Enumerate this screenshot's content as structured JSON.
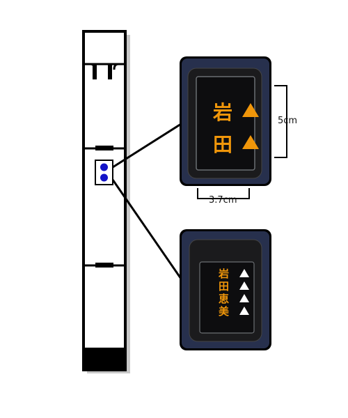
{
  "diagram": {
    "upper_panel": {
      "name_chars": [
        "岩",
        "田"
      ],
      "name_color": "#f0960a",
      "triangle_color": "#f0960a",
      "height_label": "5cm",
      "width_label": "3.7cm"
    },
    "lower_panel": {
      "name_chars": [
        "岩",
        "田",
        "恵",
        "美"
      ],
      "name_color": "#f0960a",
      "triangle_color": "#ffffff"
    },
    "marker_color": "#1414c8",
    "fabric_color": "#27304d"
  }
}
